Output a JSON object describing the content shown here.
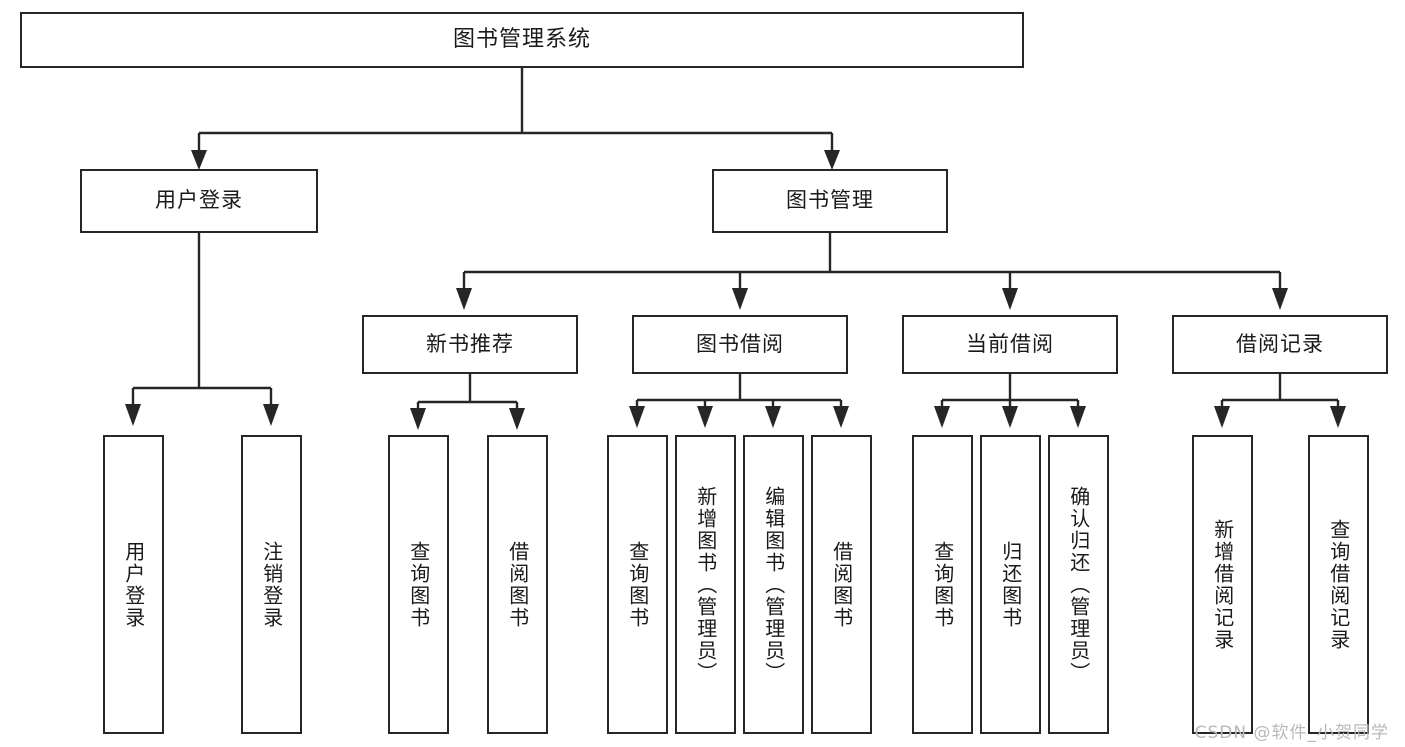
{
  "diagram": {
    "type": "tree",
    "title": "图书管理系统",
    "watermark": "CSDN @软件_小贺同学",
    "colors": {
      "stroke": "#262626",
      "background": "#ffffff",
      "text": "#1a1a1a",
      "watermark": "#b9b9b9"
    },
    "nodes": {
      "root": {
        "label": "图书管理系统"
      },
      "level2": [
        {
          "label": "用户登录"
        },
        {
          "label": "图书管理"
        }
      ],
      "level3": [
        {
          "label": "新书推荐"
        },
        {
          "label": "图书借阅"
        },
        {
          "label": "当前借阅"
        },
        {
          "label": "借阅记录"
        }
      ],
      "leaves": {
        "user_login": [
          {
            "label": "用户登录"
          },
          {
            "label": "注销登录"
          }
        ],
        "new_book_recommend": [
          {
            "label": "查询图书"
          },
          {
            "label": "借阅图书"
          }
        ],
        "book_borrow": [
          {
            "label": "查询图书"
          },
          {
            "label": "新增图书（管理员）"
          },
          {
            "label": "编辑图书（管理员）"
          },
          {
            "label": "借阅图书"
          }
        ],
        "current_borrow": [
          {
            "label": "查询图书"
          },
          {
            "label": "归还图书"
          },
          {
            "label": "确认归还（管理员）"
          }
        ],
        "borrow_record": [
          {
            "label": "新增借阅记录"
          },
          {
            "label": "查询借阅记录"
          }
        ]
      }
    }
  }
}
